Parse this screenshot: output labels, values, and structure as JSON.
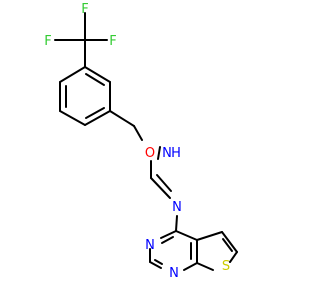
{
  "molecule": {
    "atom_labels": {
      "f_top_left": "F",
      "f_top_right": "F",
      "f_right": "F",
      "oxygen": "O",
      "nh_n": "N",
      "nh_h": "H",
      "imine_n": "N",
      "pyr_n_upper": "N",
      "pyr_n_lower": "N",
      "sulfur": "S"
    },
    "colors": {
      "bond": "#000000",
      "fluorine": "#33cc33",
      "oxygen": "#ff0000",
      "nitrogen": "#0000ff",
      "sulfur": "#cccc00"
    }
  }
}
